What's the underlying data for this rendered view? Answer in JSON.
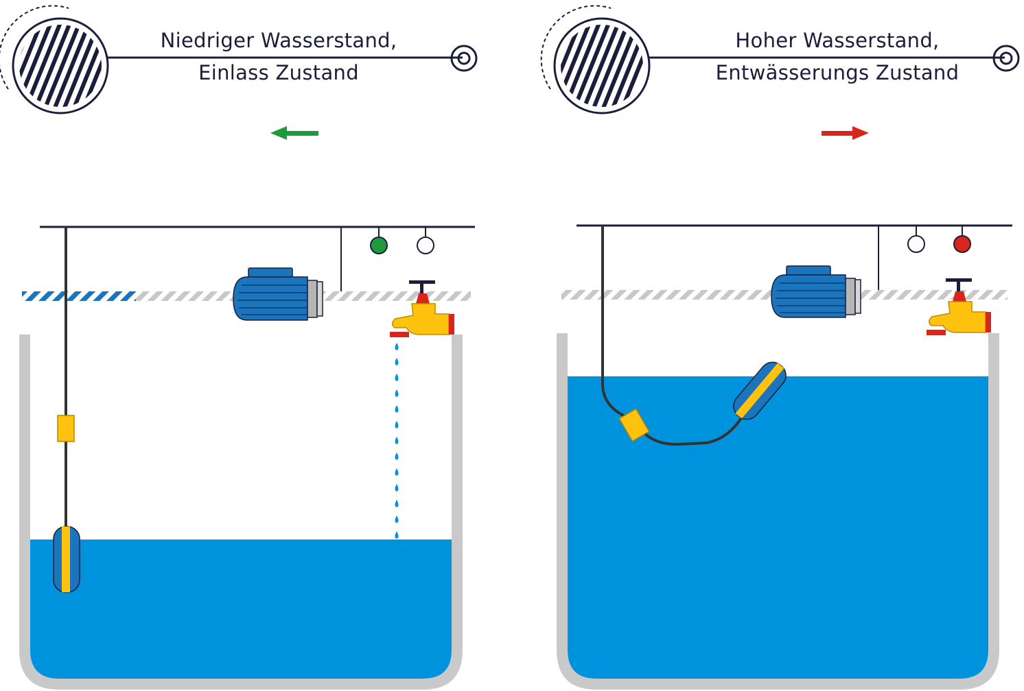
{
  "panels": [
    {
      "title_line1": "Niedriger Wasserstand,",
      "title_line2": "Einlass Zustand",
      "water_level": "low",
      "arrow_direction": "left",
      "arrow_color": "#1e9a3c",
      "indicator_lights": [
        "green-on",
        "off"
      ],
      "faucet_flowing": true
    },
    {
      "title_line1": "Hoher Wasserstand,",
      "title_line2": "Entwässerungs Zustand",
      "water_level": "high",
      "arrow_direction": "right",
      "arrow_color": "#d9261c",
      "indicator_lights": [
        "off",
        "red-on"
      ],
      "faucet_flowing": false
    }
  ],
  "colors": {
    "water": "#0093dd",
    "tank_wall": "#c9c9c9",
    "float_switch": "#ffc20e",
    "motor": "#1b75bc",
    "line": "#1b1d3a",
    "light_green": "#1e9a3c",
    "light_red": "#d9261c",
    "faucet_handle": "#d9261c"
  }
}
